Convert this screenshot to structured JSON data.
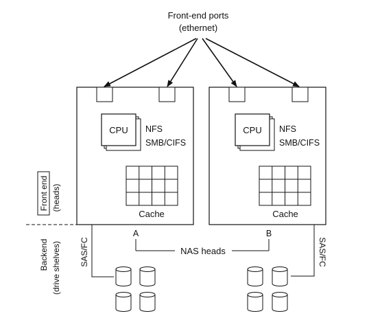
{
  "title_line1": "Front-end ports",
  "title_line2": "(ethernet)",
  "heads": [
    {
      "cpu_label": "CPU",
      "protocol1": "NFS",
      "protocol2": "SMB/CIFS",
      "cache_label": "Cache",
      "head_letter": "A",
      "link_label": "SAS/FC",
      "ports": 2,
      "cache_grid": [
        4,
        3
      ]
    },
    {
      "cpu_label": "CPU",
      "protocol1": "NFS",
      "protocol2": "SMB/CIFS",
      "cache_label": "Cache",
      "head_letter": "B",
      "link_label": "SAS/FC",
      "ports": 2,
      "cache_grid": [
        4,
        3
      ]
    }
  ],
  "nas_heads_label": "NAS heads",
  "front_end_label": {
    "line1": "Front end",
    "line2": "(heads)"
  },
  "backend_label": {
    "line1": "Backend",
    "line2": "(drive shelves)"
  },
  "drives_per_shelf": 4,
  "colors": {
    "line": "#111111",
    "background": "#ffffff"
  }
}
